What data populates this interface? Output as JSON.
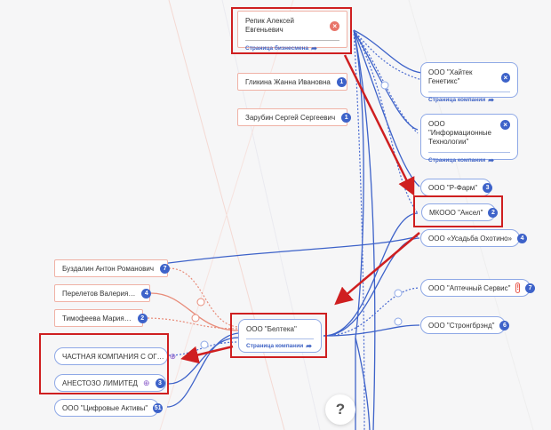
{
  "graph": {
    "people": [
      {
        "name": "Гликина Жанна Ивановна",
        "count": "1"
      },
      {
        "name": "Зарубин Сергей Сергеевич",
        "count": "1"
      },
      {
        "name": "Буздалин Антон Романович",
        "count": "7"
      },
      {
        "name": "Перелетов Валерия…",
        "count": "4"
      },
      {
        "name": "Тимофеева Мария…",
        "count": "2"
      }
    ],
    "businessman": {
      "name": "Репик Алексей Евгеньевич",
      "link": "Страница бизнесмена"
    },
    "company_cards": [
      {
        "name": "ООО \"Хайтек Генетикс\"",
        "link": "Страница компании"
      },
      {
        "name": "ООО \"Информационные Технологии\"",
        "link": "Страница компании"
      }
    ],
    "center": {
      "name": "ООО \"Белтека\"",
      "link": "Страница компании"
    },
    "companies": [
      {
        "name": "ООО \"Р-Фарм\"",
        "count": "3"
      },
      {
        "name": "МКООО \"Ансел\"",
        "count": "2"
      },
      {
        "name": "ООО «Усадьба Охотино»",
        "count": "4"
      },
      {
        "name": "ООО \"Аптечный Сервис\"",
        "count": "7"
      },
      {
        "name": "ООО \"Стронгбрэнд\"",
        "count": "6"
      },
      {
        "name": "ЧАСТНАЯ КОМПАНИЯ С ОГ…",
        "count": ""
      },
      {
        "name": "АНЕСТОЗО ЛИМИТЕД",
        "count": "3"
      },
      {
        "name": "ООО \"Цифровые Активы\"",
        "count": "51"
      }
    ],
    "help": "?"
  },
  "colors": {
    "primary_line": "#3d62c9",
    "person_line": "#e88c7a",
    "highlight": "#cf1f20",
    "badge": "#3d62c9"
  },
  "icons": [
    "close-icon",
    "share-icon",
    "globe-icon",
    "warning-icon",
    "question-icon"
  ]
}
